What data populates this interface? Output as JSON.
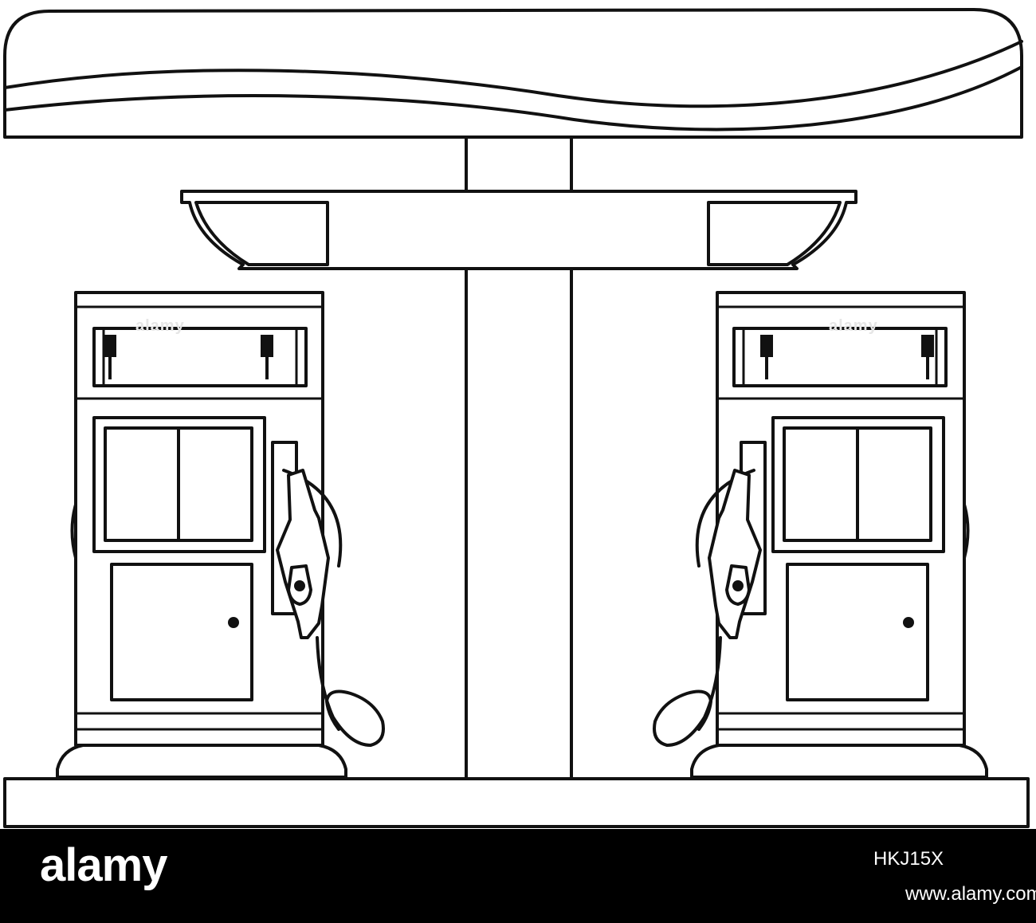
{
  "illustration": {
    "subject": "gas-station",
    "line_color": "#111111",
    "fill_color": "#ffffff",
    "pump_count": 2
  },
  "watermark": {
    "text": "alamy"
  },
  "footer": {
    "background": "#000000",
    "logo_text": "alamy",
    "image_id": "HKJ15X",
    "site_url": "www.alamy.com"
  }
}
